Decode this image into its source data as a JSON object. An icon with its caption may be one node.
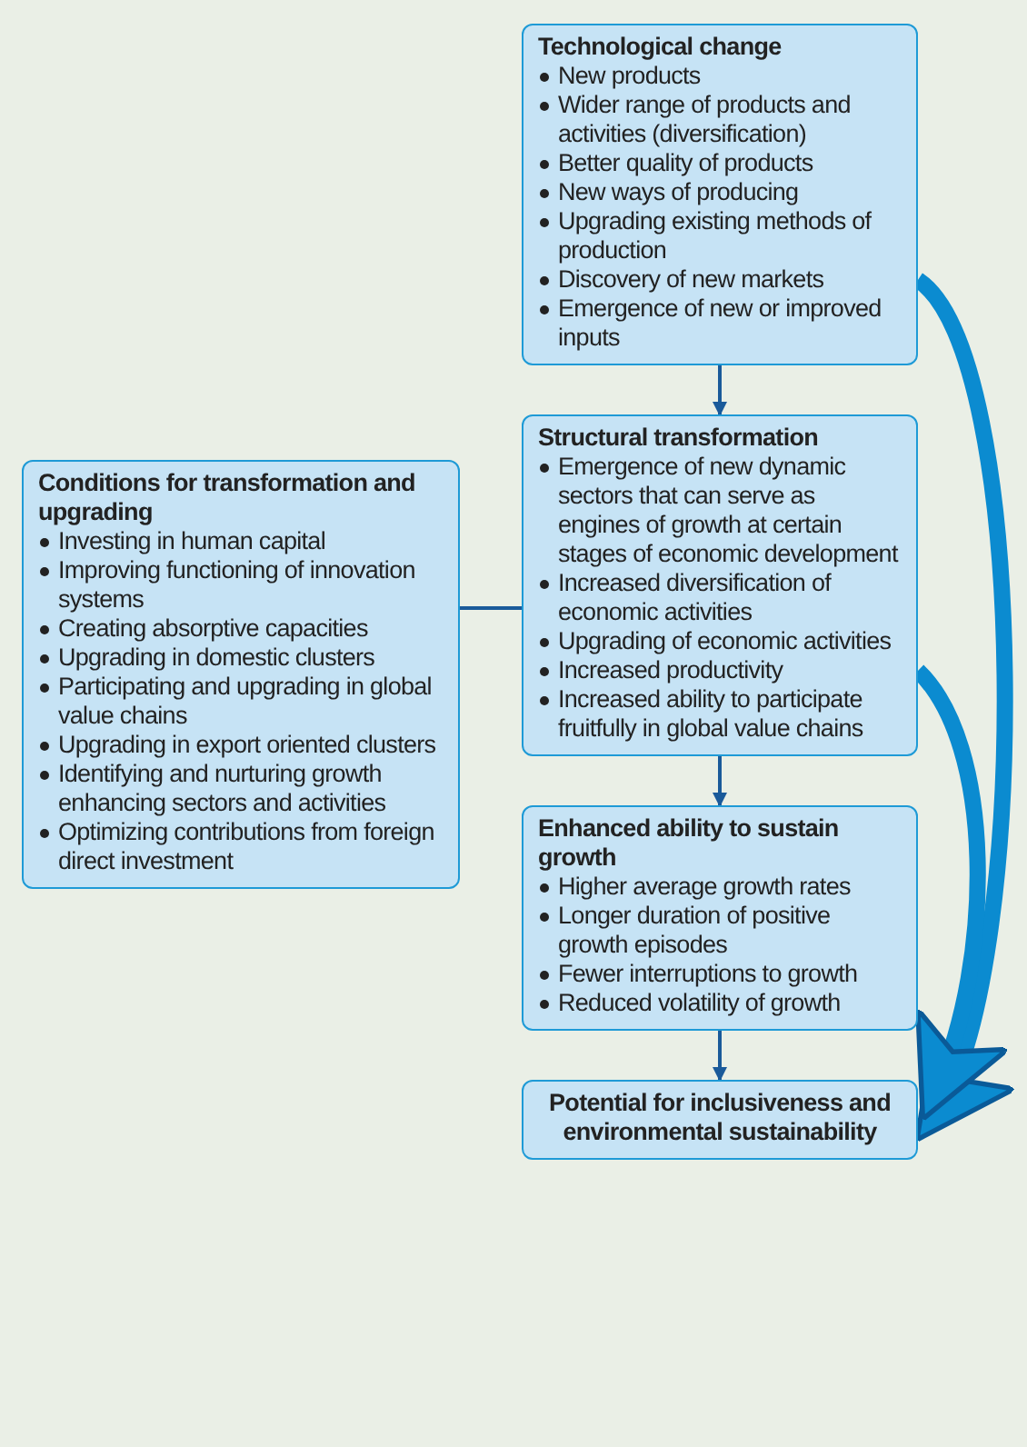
{
  "diagram": {
    "nodes": [
      {
        "text": [
          "Technological change",
          "New products",
          "Wider range of products and activities (diversification)",
          "Better quality of products",
          "New ways of producing",
          "Upgrading existing methods of production",
          "Discovery of new markets",
          "Emergence of new or improved inputs"
        ]
      },
      {
        "text": [
          "Conditions for transformation and upgrading",
          "Investing in human capital",
          "Improving functioning of innovation systems",
          "Creating absorptive capacities",
          "Upgrading in domestic clusters",
          "Participating and upgrading in global value chains",
          "Upgrading in export oriented clusters",
          "Identifying and nurturing growth enhancing sectors and activities",
          "Optimizing contributions from foreign direct investment"
        ]
      },
      {
        "text": [
          "Structural transformation",
          "Emergence of new dynamic sectors that can serve as engines of growth at certain stages of economic development",
          "Increased diversification of economic activities",
          "Upgrading of economic activities",
          "Increased productivity",
          "Increased ability to participate fruitfully in global value chains"
        ]
      },
      {
        "text": [
          "Enhanced ability to sustain growth",
          "Higher average growth rates",
          "Longer duration of positive growth episodes",
          "Fewer interruptions to growth",
          "Reduced volatility of growth"
        ]
      },
      {
        "text": [
          "Potential for inclusiveness and environmental sustainability"
        ]
      }
    ],
    "edges": [
      {
        "from": 0,
        "to": 2,
        "arrow": "to"
      },
      {
        "from": 1,
        "to": 2,
        "arrow": "none"
      },
      {
        "from": 2,
        "to": 3,
        "arrow": "to"
      },
      {
        "from": 3,
        "to": 4,
        "arrow": "to"
      },
      {
        "from": 0,
        "to": 4,
        "arrow": "to",
        "style": "thick",
        "color": "#0b8bd0"
      },
      {
        "from": 2,
        "to": 4,
        "arrow": "to",
        "style": "thick",
        "color": "#0b8bd0"
      }
    ]
  }
}
